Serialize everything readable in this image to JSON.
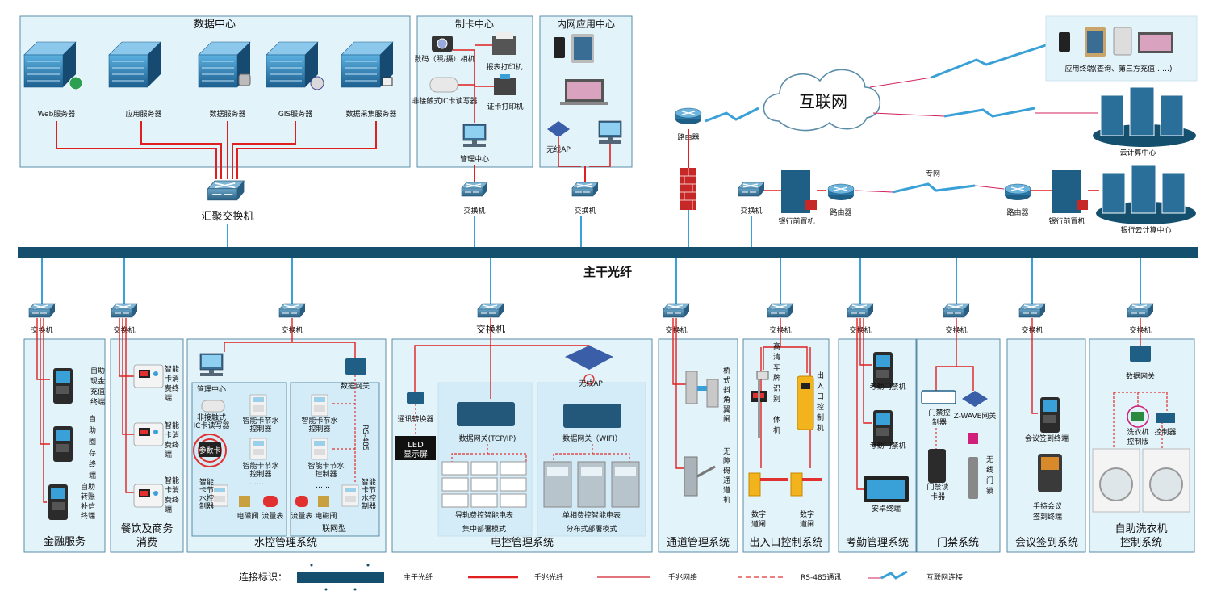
{
  "colors": {
    "backbone": "#14506e",
    "gigabit": "#e02020",
    "link": "#3aa0d8",
    "panel_fill": "#e3f3fa",
    "panel_border": "#5a8ca8",
    "lan": "#d02030",
    "rs485": "#e03030"
  },
  "backbone_label": "主干光纤",
  "top": {
    "data_center": {
      "title": "数据中心",
      "servers": [
        "Web服务器",
        "应用服务器",
        "数据服务器",
        "GIS服务器",
        "数据采集服务器"
      ]
    },
    "card_center": {
      "title": "制卡中心",
      "items": [
        "数码（照/摄）相机",
        "报表打印机",
        "非接触式IC卡读写器",
        "证卡打印机",
        "管理中心"
      ]
    },
    "intranet": {
      "title": "内网应用中心",
      "ap": "无线AP"
    },
    "agg_switch": "汇聚交换机",
    "switch": "交换机",
    "router": "路由器",
    "internet": "互联网",
    "terminals": "应用终端(查询、第三方充值……)",
    "cloud": "云计算中心",
    "bank_front": "银行前置机",
    "private_net": "专网",
    "bank_cloud": "银行云计算中心"
  },
  "switch_label": "交换机",
  "panels": {
    "finance": {
      "title": "金融服务",
      "items": [
        "自助现金充值终端",
        "自助圈存终端",
        "自助转账补信终端"
      ]
    },
    "dining": {
      "title": "餐饮及商务消费",
      "items": [
        "智能卡消费终端",
        "智能卡消费终端",
        "智能卡消费终端"
      ]
    },
    "water": {
      "title": "水控管理系统",
      "mgmt": "管理中心",
      "reader": "非接触式IC卡读写器",
      "card": "参数卡",
      "gateway": "数据网关",
      "rs485": "RS-485",
      "ctrl": "智能卡节水控制器",
      "ctrl2": "智能卡节水控制器",
      "ctrl3": "智能卡节水控制器",
      "ctrl4": "智能卡节水控制器",
      "ctrl5": "智能卡节水控制器",
      "ctrl6": "智能卡节水控制器",
      "valve": "电磁阀",
      "meter": "流量表",
      "meter2": "流量表",
      "valve2": "电磁阀",
      "dots": "……",
      "networked": "联网型"
    },
    "power": {
      "title": "电控管理系统",
      "converter": "通讯转换器",
      "led": "LED显示屏",
      "ap": "无线AP",
      "gw_tcp": "数据网关(TCP/IP)",
      "gw_wifi": "数据网关（WIFI）",
      "rail_meter": "导轨费控智能电表",
      "rail_mode": "集中部署模式",
      "single_meter": "单相费控智能电表",
      "single_mode": "分布式部署模式"
    },
    "channel": {
      "title": "通道管理系统",
      "gate1": "桥式斜角翼闸",
      "gate2": "无障碍通道机"
    },
    "entrance": {
      "title": "出入口控制系统",
      "cam": "高清车牌识别一体机",
      "ctrl": "出入口控制机",
      "road1": "数字道闸",
      "road2": "数字道闸"
    },
    "attendance": {
      "title": "考勤管理系统",
      "items": [
        "考勤门禁机",
        "考勤门禁机",
        "安卓终端"
      ]
    },
    "access": {
      "title": "门禁系统",
      "ctrl": "门禁控制器",
      "zwave": "Z-WAVE网关",
      "reader": "门禁读卡器",
      "lock": "无线门锁"
    },
    "meeting": {
      "title": "会议签到系统",
      "items": [
        "会议签到终端",
        "手持会议签到终端"
      ]
    },
    "laundry": {
      "title": "自助洗衣机控制系统",
      "gateway": "数据网关",
      "board": "洗衣机控制版",
      "ctrl": "控制器"
    }
  },
  "legend": {
    "title": "连接标识：",
    "items": [
      "主干光纤",
      "千兆光纤",
      "千兆网络",
      "RS-485通讯",
      "互联网连接"
    ]
  }
}
